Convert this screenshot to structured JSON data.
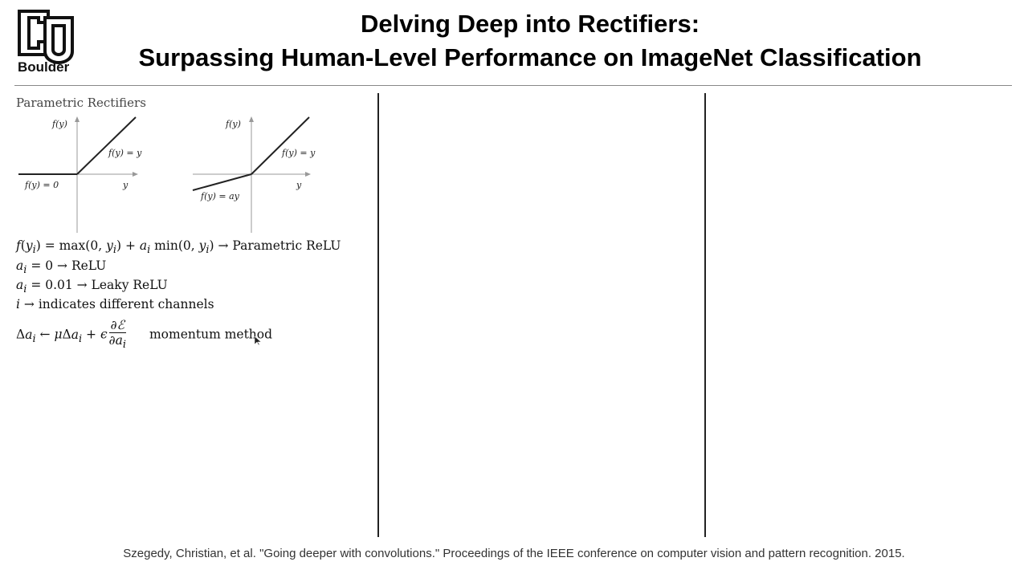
{
  "header": {
    "logo_text": "Boulder",
    "title_line1": "Delving Deep into Rectifiers:",
    "title_line2": "Surpassing Human-Level Performance on ImageNet Classification"
  },
  "section": {
    "title": "Parametric Rectifiers"
  },
  "graphs": {
    "relu": {
      "y_axis": "f(y)",
      "x_axis": "y",
      "pos_label": "f(y) = y",
      "neg_label": "f(y) = 0"
    },
    "prelu": {
      "y_axis": "f(y)",
      "x_axis": "y",
      "pos_label": "f(y) = y",
      "neg_label": "f(y) = ay"
    }
  },
  "equations": {
    "arrow_label_1": "Parametric ReLU",
    "arrow_label_2": "ReLU",
    "arrow_label_3": "Leaky ReLU",
    "arrow_label_4": "indicates different channels",
    "update_note": "momentum method"
  },
  "footer": {
    "citation": "Szegedy, Christian, et al. \"Going deeper with convolutions.\" Proceedings of the IEEE conference on computer vision and pattern recognition. 2015."
  }
}
